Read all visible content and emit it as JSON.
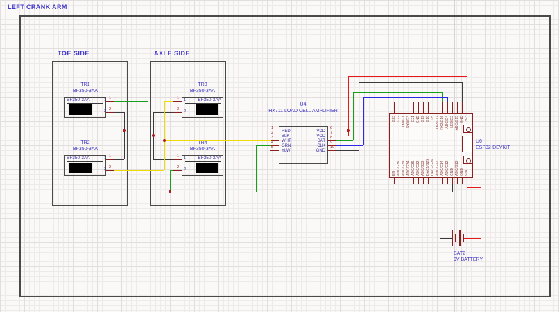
{
  "title": "LEFT CRANK ARM",
  "sections": {
    "toe": "TOE SIDE",
    "axle": "AXLE SIDE"
  },
  "gauges": [
    {
      "ref": "TR1",
      "part": "BF350-3AA",
      "symbol": "BF350-3AA",
      "pins": [
        "1",
        "2"
      ]
    },
    {
      "ref": "TR2",
      "part": "BF350-3AA",
      "symbol": "BF350-3AA",
      "pins": [
        "1",
        "2"
      ]
    },
    {
      "ref": "TR3",
      "part": "BF350-3AA",
      "symbol": "BF350-3AA",
      "pins": [
        "1",
        "2"
      ]
    },
    {
      "ref": "TR4",
      "part": "BF350-3AA",
      "symbol": "BF350-3AA",
      "pins": [
        "1",
        "2"
      ]
    }
  ],
  "hx711": {
    "ref": "U4",
    "name": "HX711 LOAD CELL AMPLIFIER",
    "left_pins": [
      {
        "num": "1",
        "name": "RED"
      },
      {
        "num": "2",
        "name": "BLK"
      },
      {
        "num": "3",
        "name": "WHT"
      },
      {
        "num": "4",
        "name": "GRN"
      },
      {
        "num": "5",
        "name": "YLW"
      }
    ],
    "right_pins": [
      {
        "num": "6",
        "name": "VDD"
      },
      {
        "num": "7",
        "name": "VCC"
      },
      {
        "num": "8",
        "name": "DAT"
      },
      {
        "num": "9",
        "name": "CLK"
      },
      {
        "num": "10",
        "name": "GND"
      }
    ]
  },
  "esp32": {
    "ref": "U6",
    "name": "ESP32-DEVKIT",
    "top_pins": [
      "G23",
      "G22",
      "TX0/G1",
      "RX0/G3",
      "G21",
      "GND",
      "G19",
      "G18",
      "G5",
      "TX2/G17",
      "RX2/G16",
      "ADC/G4",
      "LED/G2",
      "ADC/G15",
      "GND",
      "3V3"
    ],
    "bottom_pins": [
      "EN",
      "ADC/G36",
      "ADC/G39",
      "ADC/G34",
      "ADC/G35",
      "ADC/G32",
      "ADC/G33",
      "DAC1/G25",
      "DAC2/G26",
      "ADC/G27",
      "ADC/G14",
      "ADC/G12",
      "GND",
      "ADC/G13",
      "GND",
      "VIN"
    ]
  },
  "battery": {
    "ref": "BAT2",
    "name": "9V BATTERY"
  },
  "colors": {
    "wire_red": "#e21a1a",
    "wire_black": "#3a3a3a",
    "wire_yellow": "#eedc0a",
    "wire_green": "#17a017",
    "wire_blue": "#2a2ae6",
    "device_red": "#8b2020",
    "label_blue": "#3d36c4",
    "section_blue": "#4338cc",
    "pin_name_blue": "#3a2fa6",
    "pin_number_red": "#b02020",
    "junction_red": "#b01818"
  }
}
